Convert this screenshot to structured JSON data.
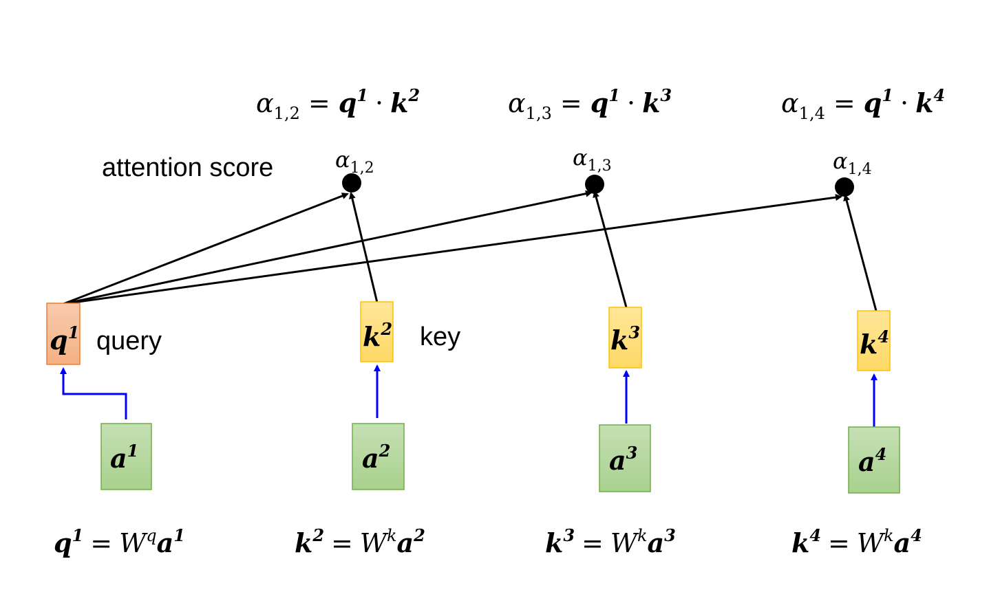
{
  "labels": {
    "attention_score": "attention score",
    "query": "query",
    "key": "key"
  },
  "scores": [
    {
      "head": "α",
      "sub": "1,2",
      "eq": "=",
      "q": "q",
      "q_sup": "1",
      "dot": "·",
      "k": "k",
      "k_sup": "2"
    },
    {
      "head": "α",
      "sub": "1,3",
      "eq": "=",
      "q": "q",
      "q_sup": "1",
      "dot": "·",
      "k": "k",
      "k_sup": "3"
    },
    {
      "head": "α",
      "sub": "1,4",
      "eq": "=",
      "q": "q",
      "q_sup": "1",
      "dot": "·",
      "k": "k",
      "k_sup": "4"
    }
  ],
  "nodes": [
    {
      "head": "α",
      "sub": "1,2"
    },
    {
      "head": "α",
      "sub": "1,3"
    },
    {
      "head": "α",
      "sub": "1,4"
    }
  ],
  "vectors": [
    {
      "letter": "q",
      "sup": "1",
      "color": "#F4B183"
    },
    {
      "letter": "k",
      "sup": "2",
      "color": "#FFD966"
    },
    {
      "letter": "k",
      "sup": "3",
      "color": "#FFD966"
    },
    {
      "letter": "k",
      "sup": "4",
      "color": "#FFD966"
    }
  ],
  "inputs": [
    {
      "letter": "a",
      "sup": "1"
    },
    {
      "letter": "a",
      "sup": "2"
    },
    {
      "letter": "a",
      "sup": "3"
    },
    {
      "letter": "a",
      "sup": "4"
    }
  ],
  "equations": [
    {
      "lhs": "q",
      "lhs_sup": "1",
      "eq": "=",
      "w": "W",
      "w_sup": "q",
      "rhs": "a",
      "rhs_sup": "1"
    },
    {
      "lhs": "k",
      "lhs_sup": "2",
      "eq": "=",
      "w": "W",
      "w_sup": "k",
      "rhs": "a",
      "rhs_sup": "2"
    },
    {
      "lhs": "k",
      "lhs_sup": "3",
      "eq": "=",
      "w": "W",
      "w_sup": "k",
      "rhs": "a",
      "rhs_sup": "3"
    },
    {
      "lhs": "k",
      "lhs_sup": "4",
      "eq": "=",
      "w": "W",
      "w_sup": "k",
      "rhs": "a",
      "rhs_sup": "4"
    }
  ],
  "colors": {
    "query_fill": "#F4B183",
    "key_fill": "#FFD966",
    "input_fill": "#A9D18E",
    "projection_arrow": "#0000FF",
    "score_arrow": "#000000"
  }
}
